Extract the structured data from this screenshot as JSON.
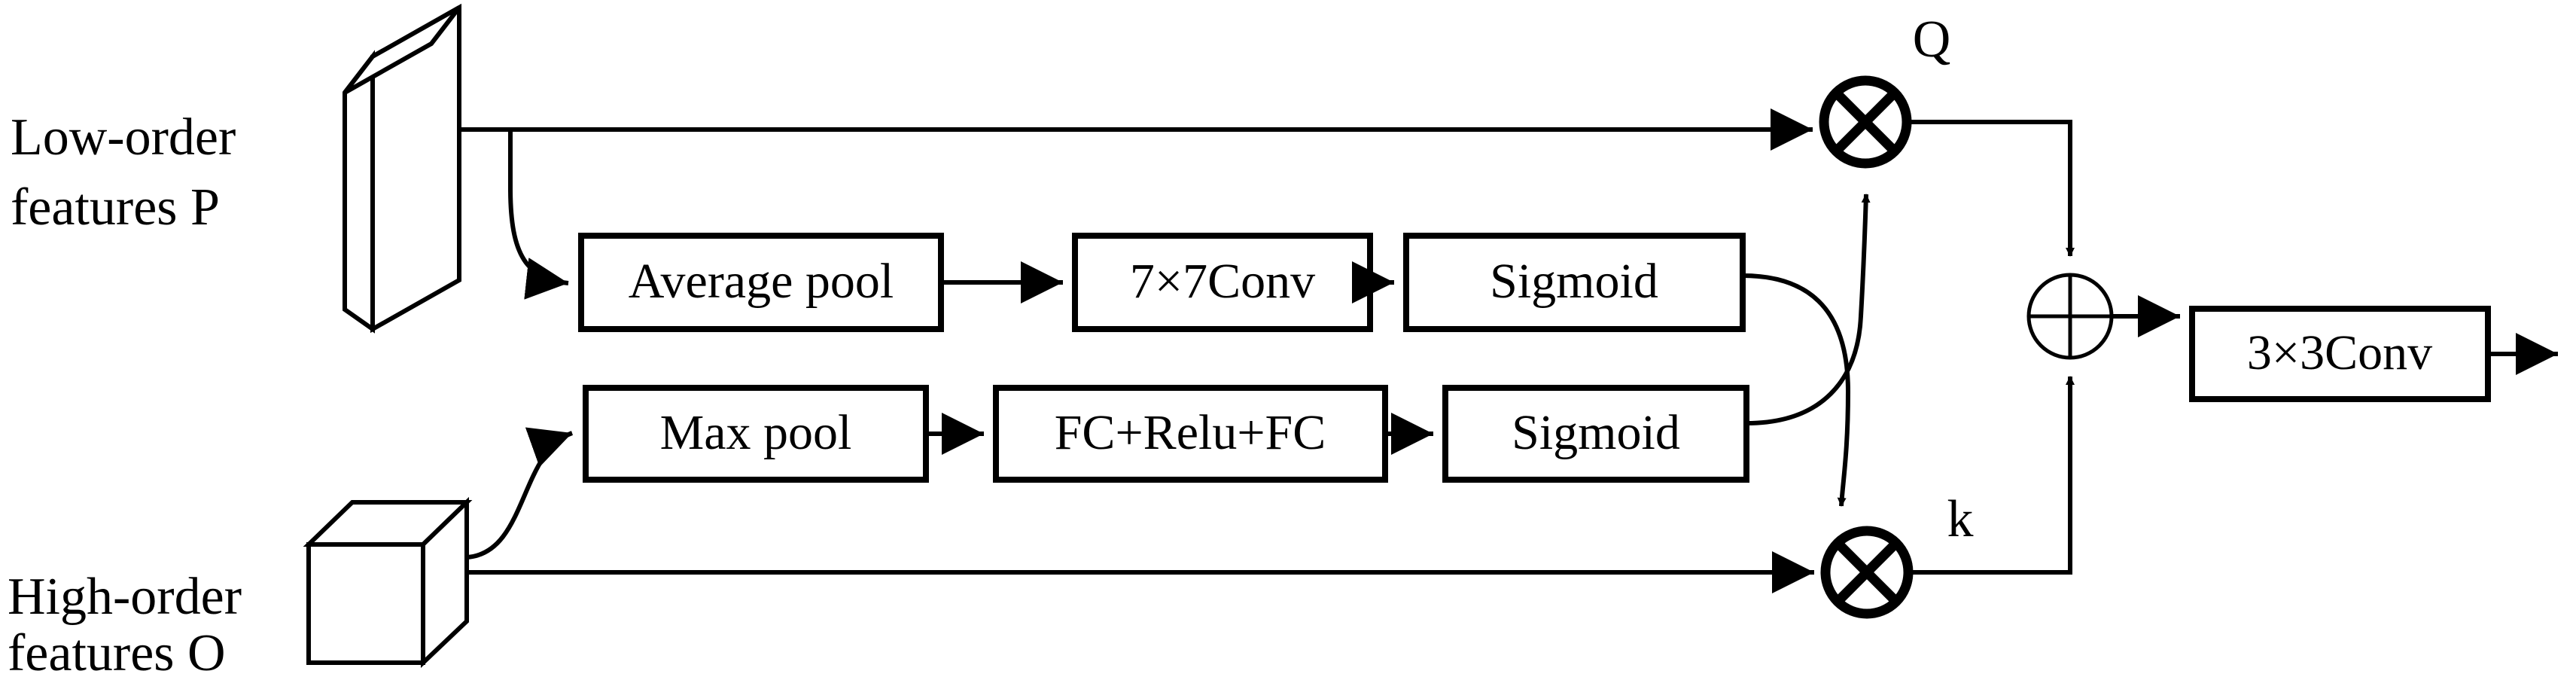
{
  "diagram": {
    "title": "Attention fusion module block diagram",
    "stroke_color": "#000000",
    "background_color": "#ffffff",
    "inputs": [
      {
        "id": "low",
        "label_line1": "Low-order",
        "label_line2": "features P",
        "shape": "thin-slab"
      },
      {
        "id": "high",
        "label_line1": "High-order",
        "label_line2": "features O",
        "shape": "cube"
      }
    ],
    "blocks": [
      {
        "id": "avg-pool",
        "label": "Average pool",
        "row": "top"
      },
      {
        "id": "conv7",
        "label": "7×7Conv",
        "row": "top"
      },
      {
        "id": "sigmoid-top",
        "label": "Sigmoid",
        "row": "top"
      },
      {
        "id": "max-pool",
        "label": "Max pool",
        "row": "bottom"
      },
      {
        "id": "fc-relu-fc",
        "label": "FC+Relu+FC",
        "row": "bottom"
      },
      {
        "id": "sigmoid-bot",
        "label": "Sigmoid",
        "row": "bottom"
      },
      {
        "id": "conv3",
        "label": "3×3Conv",
        "row": "output"
      }
    ],
    "operators": [
      {
        "id": "mul-top",
        "symbol": "⊗",
        "kind": "multiply",
        "annotation": "Q"
      },
      {
        "id": "mul-bot",
        "symbol": "⊗",
        "kind": "multiply",
        "annotation": "k"
      },
      {
        "id": "add",
        "symbol": "⊕",
        "kind": "add",
        "annotation": ""
      }
    ],
    "annotations": [
      {
        "id": "q-label",
        "text": "Q"
      },
      {
        "id": "k-label",
        "text": "k"
      }
    ]
  }
}
